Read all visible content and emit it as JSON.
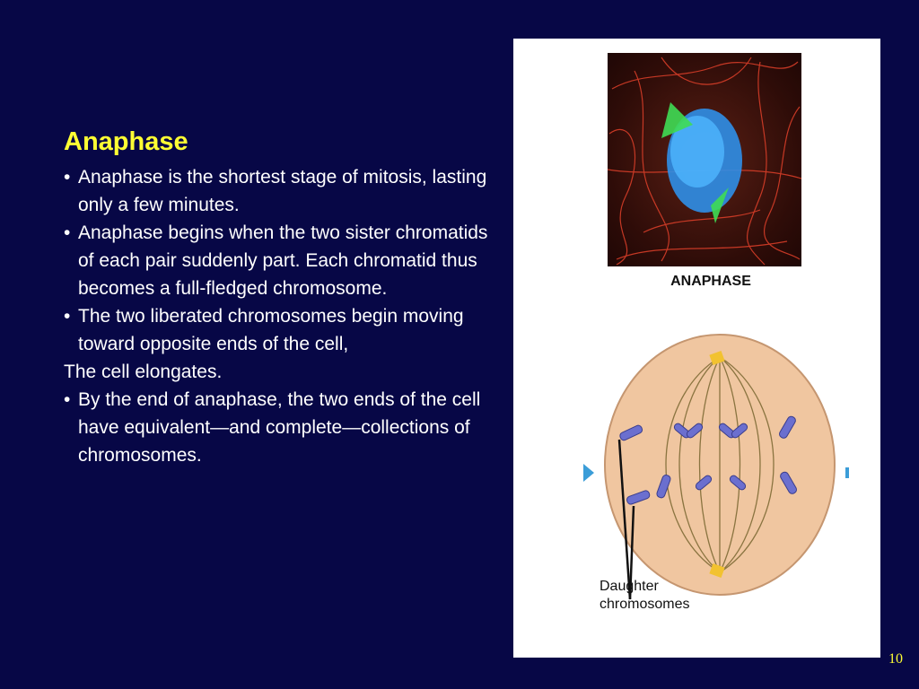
{
  "slide": {
    "title": "Anaphase",
    "bullets": [
      {
        "bullet": "•",
        "text": "Anaphase is the shortest stage of mitosis, lasting only a few minutes."
      },
      {
        "bullet": "•",
        "text": "Anaphase begins when the two sister chromatids of each pair suddenly part. Each chromatid thus becomes a full-fledged chromosome."
      },
      {
        "bullet": "•",
        "text": "The two liberated chromosomes begin moving toward opposite ends of the cell,"
      },
      {
        "bullet": "",
        "text": "The cell elongates."
      },
      {
        "bullet": "•",
        "text": "By the end of anaphase, the two ends of the cell have equivalent—and complete—collections of chromosomes."
      }
    ],
    "page_number": "10"
  },
  "figure": {
    "micrograph_label": "ANAPHASE",
    "diagram_label_line1": "Daughter",
    "diagram_label_line2": "chromosomes"
  },
  "colors": {
    "background": "#070746",
    "title": "#ffff33",
    "body_text": "#ffffff",
    "accent_arrow": "#3b9dd8"
  }
}
